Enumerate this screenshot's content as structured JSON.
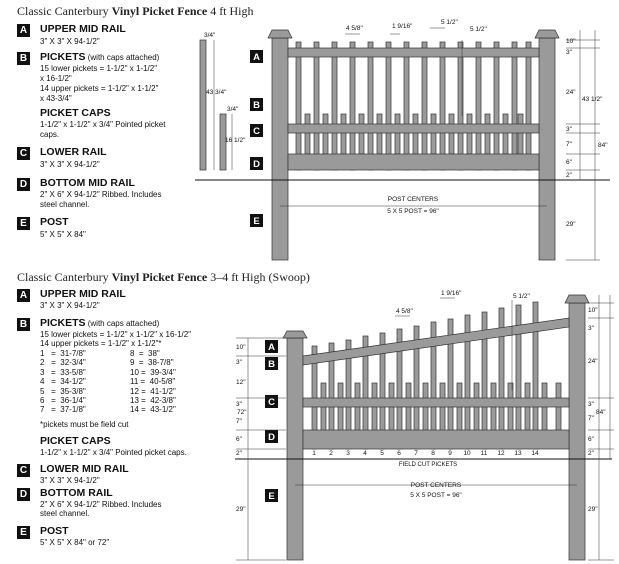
{
  "section1": {
    "heading_plain1": "Classic Canterbury ",
    "heading_bold": "Vinyl Picket Fence",
    "heading_plain2": " 4 ft High",
    "specs": [
      {
        "letter": "A",
        "title": "UPPER MID RAIL",
        "lines": [
          "3\" X 3\" X 94-1/2\""
        ]
      },
      {
        "letter": "B",
        "title": "PICKETS",
        "subtitle": " (with caps attached)",
        "lines": [
          "15 lower pickets = 1-1/2\" x 1-1/2\"",
          "x 16-1/2\"",
          "14 upper pickets = 1-1/2\" x 1-1/2\"",
          "x 43-3/4\""
        ]
      },
      {
        "letter": "",
        "title": "PICKET CAPS",
        "lines": [
          "1-1/2\" x 1-1/2\" x 3/4\" Pointed picket",
          "caps."
        ]
      },
      {
        "letter": "C",
        "title": "LOWER RAIL",
        "lines": [
          "3\" X 3\" X 94-1/2\""
        ]
      },
      {
        "letter": "D",
        "title": "BOTTOM MID RAIL",
        "lines": [
          "2\" X 6\" X 94-1/2\" Ribbed. Includes",
          "steel channel."
        ]
      },
      {
        "letter": "E",
        "title": "POST",
        "lines": [
          "5\" X 5\" X 84\""
        ]
      }
    ],
    "diagram": {
      "labels": [
        "A",
        "B",
        "C",
        "D",
        "E"
      ],
      "picket_dims": [
        "3/4\"",
        "43 3/4\"",
        "3/4\"",
        "16 1/2\""
      ],
      "top_dims": [
        "4 5/8\"",
        "1 9/16\"",
        "5 1/2\"",
        "5 1/2\""
      ],
      "right_dims": [
        "10\"",
        "3\"",
        "24\"",
        "43 1/2\"",
        "3\"",
        "7\"",
        "6\"",
        "2\"",
        "84\"",
        "29\""
      ],
      "post_centers": "POST CENTERS",
      "post_spec": "5 X 5 POST =  96\""
    }
  },
  "section2": {
    "heading_plain1": "Classic  Canterbury ",
    "heading_bold": "Vinyl Picket Fence",
    "heading_plain2": " 3–4 ft High (Swoop)",
    "specs": [
      {
        "letter": "A",
        "title": "UPPER MID RAIL",
        "lines": [
          "3\" X 3\" X 94-1/2\""
        ]
      },
      {
        "letter": "B",
        "title": "PICKETS",
        "subtitle": " (with caps attached)",
        "lines": [
          "15 lower pickets = 1-1/2\" x 1-1/2\" x 16-1/2\"",
          "14 upper pickets = 1-1/2\" x 1-1/2\"*"
        ]
      },
      {
        "letter": "",
        "title": "PICKET CAPS",
        "lines": [
          "1-1/2\" x 1-1/2\" x 3/4\" Pointed picket caps."
        ]
      },
      {
        "letter": "C",
        "title": "LOWER MID RAIL",
        "lines": [
          "3\" X 3\" X 94-1/2\""
        ]
      },
      {
        "letter": "D",
        "title": "BOTTOM RAIL",
        "lines": [
          "2\" X 6\" X 94-1/2\" Ribbed. Includes",
          "steel channel."
        ]
      },
      {
        "letter": "E",
        "title": "POST",
        "lines": [
          "5\" X 5\" X 84\" or 72\""
        ]
      }
    ],
    "picket_table": {
      "left": [
        [
          "1",
          "=",
          "31-7/8\""
        ],
        [
          "2",
          "=",
          "32-3/4\""
        ],
        [
          "3",
          "=",
          "33-5/8\""
        ],
        [
          "4",
          "=",
          "34-1/2\""
        ],
        [
          "5",
          "=",
          "35-3/8\""
        ],
        [
          "6",
          "=",
          "36-1/4\""
        ],
        [
          "7",
          "=",
          "37-1/8\""
        ]
      ],
      "right": [
        [
          "8",
          "=",
          "38\""
        ],
        [
          "9",
          "=",
          "38-7/8\""
        ],
        [
          "10",
          "=",
          "39-3/4\""
        ],
        [
          "11",
          "=",
          "40-5/8\""
        ],
        [
          "12",
          "=",
          "41-1/2\""
        ],
        [
          "13",
          "=",
          "42-3/8\""
        ],
        [
          "14",
          "=",
          "43-1/2\""
        ]
      ],
      "note": "*pickets must be field cut"
    },
    "diagram": {
      "labels": [
        "A",
        "B",
        "C",
        "D",
        "E"
      ],
      "top_dims": [
        "4 5/8\"",
        "1 9/16\"",
        "5 1/2\""
      ],
      "left_dims": [
        "10\"",
        "3\"",
        "12\"",
        "72\"",
        "7\"",
        "3\"",
        "6\"",
        "2\"",
        "29\""
      ],
      "right_dims": [
        "10\"",
        "3\"",
        "24\"",
        "3\"",
        "7\"",
        "84\"",
        "6\"",
        "2\"",
        "29\""
      ],
      "picket_numbers": [
        "1",
        "2",
        "3",
        "4",
        "5",
        "6",
        "7",
        "8",
        "9",
        "10",
        "11",
        "12",
        "13",
        "14"
      ],
      "field_cut": "FIELD CUT PICKETS",
      "post_centers": "POST CENTERS",
      "post_spec": "5 X 5 POST =  96\""
    }
  }
}
